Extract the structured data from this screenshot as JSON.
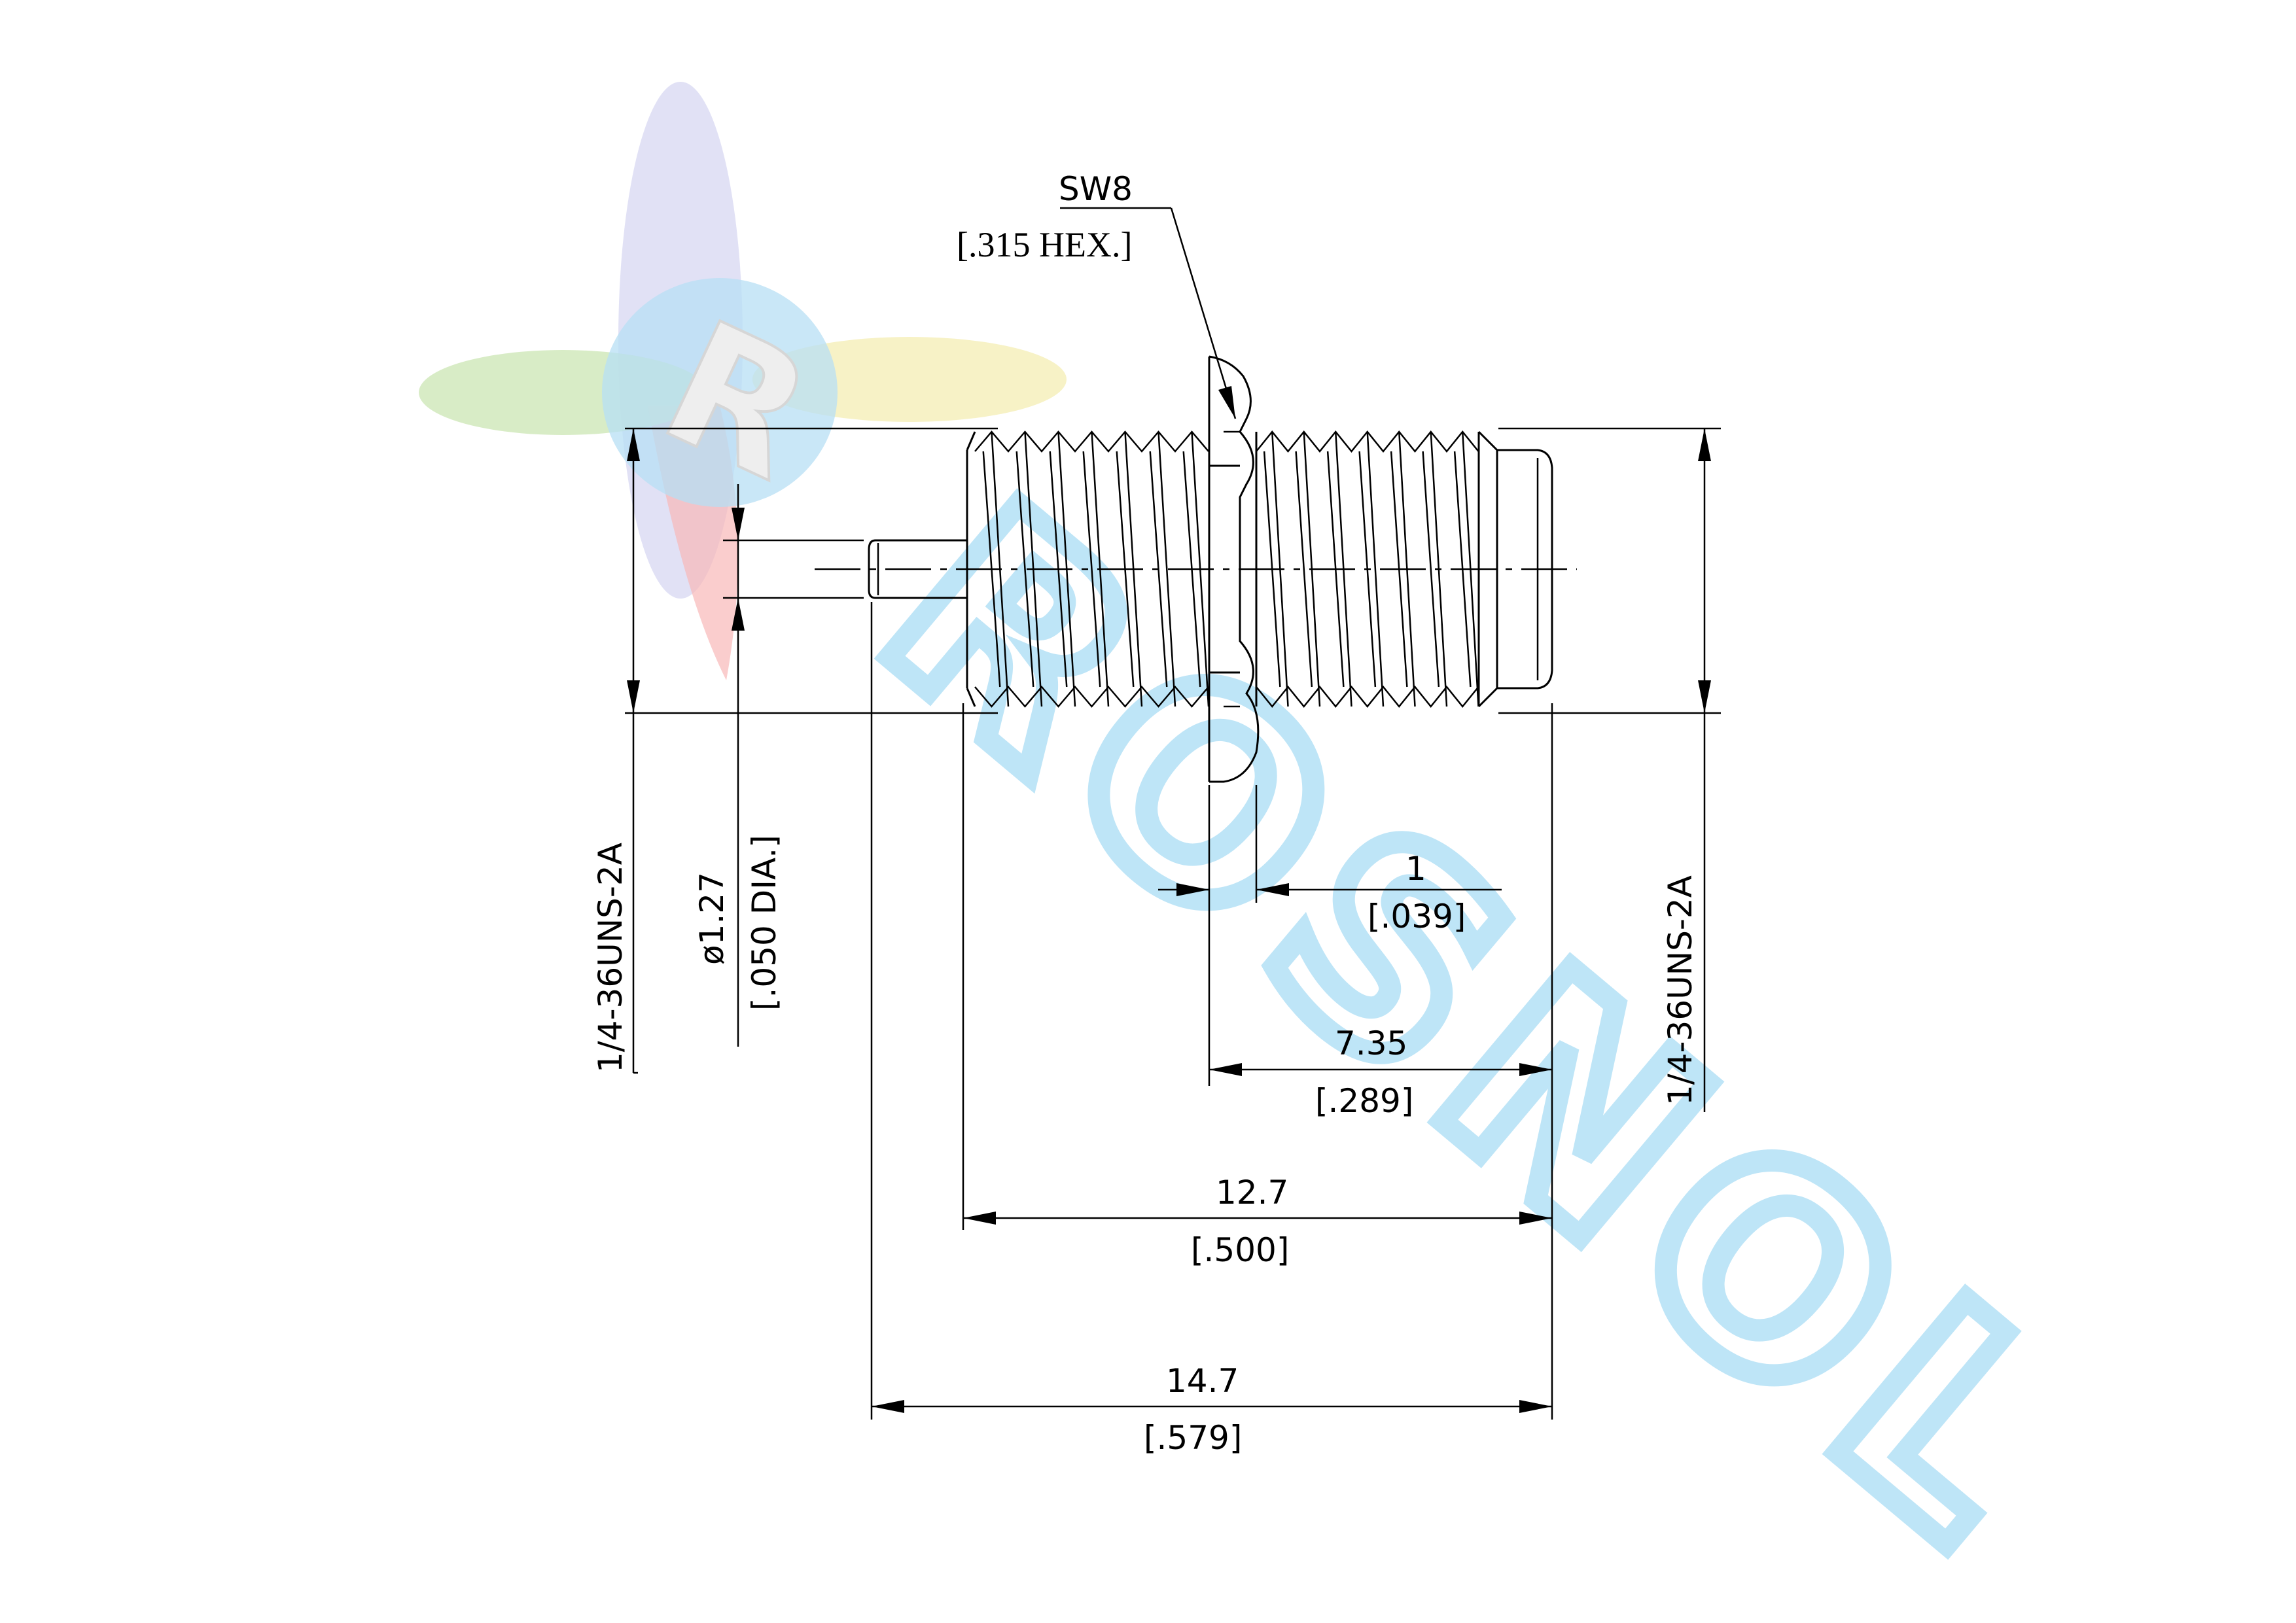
{
  "watermark": {
    "logo_letter": "R",
    "brand_text": "ROSNOL",
    "colors": {
      "blue": "#9fd4f0",
      "yellow": "#f2eaa0",
      "green": "#bfe0a0",
      "red": "#f5a0a0",
      "violet": "#b6b6e8"
    }
  },
  "labels": {
    "hex_size": "SW8",
    "hex_size_inch": "[.315 HEX.]",
    "thread_left": "1/4-36UNS-2A",
    "thread_right": "1/4-36UNS-2A",
    "pin_dia": "ø1.27",
    "pin_dia_inch": "[.050 DIA.]",
    "flange_mm": "1",
    "flange_inch": "[.039]",
    "hex_to_end_mm": "7.35",
    "hex_to_end_inch": "[.289]",
    "body_len_mm": "12.7",
    "body_len_inch": "[.500]",
    "overall_len_mm": "14.7",
    "overall_len_inch": "[.579]"
  },
  "colors": {
    "line": "#000000",
    "background": "#ffffff"
  }
}
